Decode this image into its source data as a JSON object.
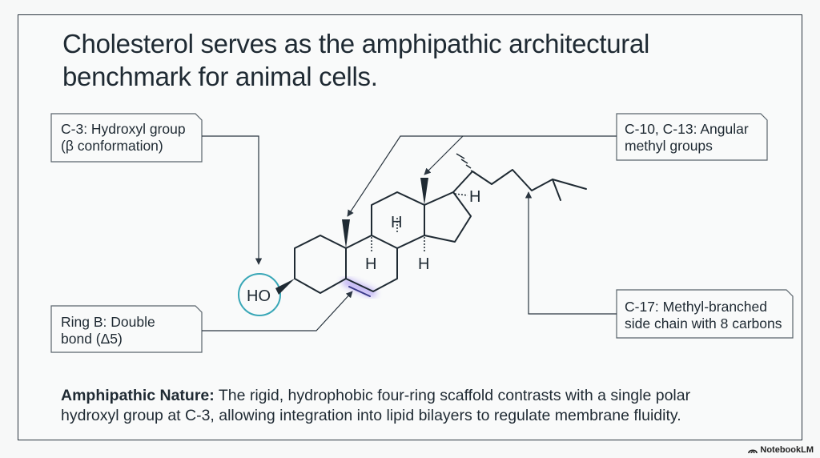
{
  "slide": {
    "title_line1": "Cholesterol serves as the amphipathic architectural",
    "title_line2": "benchmark for animal cells."
  },
  "callouts": {
    "hydroxyl": {
      "line1": "C-3: Hydroxyl group",
      "line2": "(β conformation)"
    },
    "double_bond": {
      "line1": "Ring B: Double",
      "line2": "bond (Δ5)"
    },
    "methyl": {
      "line1": "C-10, C-13: Angular",
      "line2": "methyl groups"
    },
    "side_chain": {
      "line1": "C-17: Methyl-branched",
      "line2": "side chain with 8 carbons"
    }
  },
  "molecule": {
    "ho_label": "HO",
    "h_label": "H"
  },
  "footer": {
    "bold": "Amphipathic Nature:",
    "line1_rest": " The rigid, hydrophobic four-ring scaffold contrasts with a single polar",
    "line2": "hydroxyl group at C-3, allowing integration into lipid bilayers to regulate membrane fluidity."
  },
  "brand": {
    "label": "NotebookLM"
  },
  "colors": {
    "ink": "#1f2a33",
    "hydroxyl_highlight": "#39a7b7",
    "double_bond_highlight": "#7b5cf0"
  }
}
